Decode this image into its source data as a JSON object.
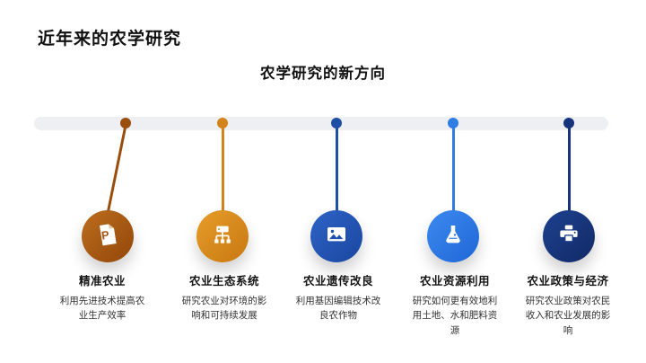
{
  "slide": {
    "title": "近年来的农学研究",
    "subtitle": "农学研究的新方向"
  },
  "timeline": {
    "track_color": "#edeff2",
    "items": [
      {
        "title": "精准农业",
        "description": "利用先进技术提高农业生产效率",
        "icon": "document-p-icon",
        "accent": "#9a4e0d",
        "circle_gradient": [
          "#bc6d1e",
          "#934709"
        ]
      },
      {
        "title": "农业生态系统",
        "description": "研究农业对环境的影响和可持续发展",
        "icon": "sitemap-icon",
        "accent": "#d4821a",
        "circle_gradient": [
          "#e69d29",
          "#c87812"
        ]
      },
      {
        "title": "农业遗传改良",
        "description": "利用基因编辑技术改良农作物",
        "icon": "image-icon",
        "accent": "#1d4fa5",
        "circle_gradient": [
          "#2e63c6",
          "#1a47a0"
        ]
      },
      {
        "title": "农业资源利用",
        "description": "研究如何更有效地利用土地、水和肥料资源",
        "icon": "flask-icon",
        "accent": "#2f7ce5",
        "circle_gradient": [
          "#3d8af0",
          "#1f66d6"
        ]
      },
      {
        "title": "农业政策与经济",
        "description": "研究农业政策对农民收入和农业发展的影响",
        "icon": "printer-icon",
        "accent": "#16337c",
        "circle_gradient": [
          "#1d4190",
          "#122a66"
        ]
      }
    ]
  }
}
